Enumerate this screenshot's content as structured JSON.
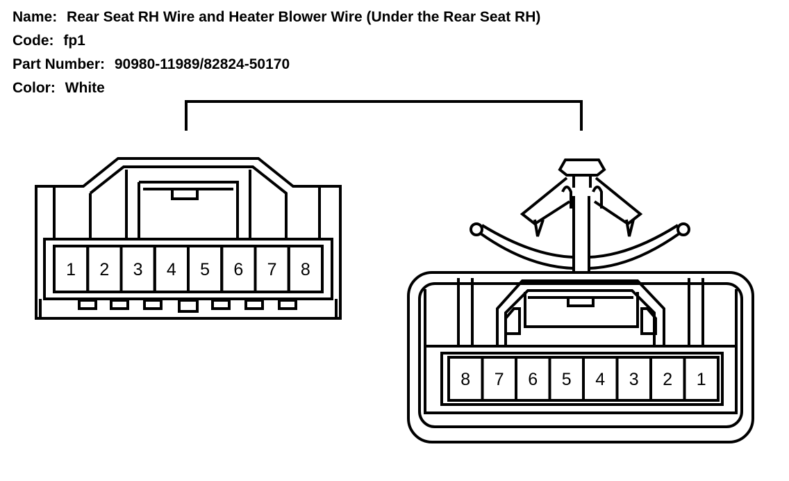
{
  "info": {
    "name_label": "Name:",
    "name_value": "Rear Seat RH Wire and Heater Blower Wire (Under the Rear Seat RH)",
    "code_label": "Code:",
    "code_value": "fp1",
    "part_label": "Part Number:",
    "part_value": "90980-11989/82824-50170",
    "color_label": "Color:",
    "color_value": "White"
  },
  "left_connector": {
    "pins": [
      "1",
      "2",
      "3",
      "4",
      "5",
      "6",
      "7",
      "8"
    ]
  },
  "right_connector": {
    "pins": [
      "8",
      "7",
      "6",
      "5",
      "4",
      "3",
      "2",
      "1"
    ]
  }
}
